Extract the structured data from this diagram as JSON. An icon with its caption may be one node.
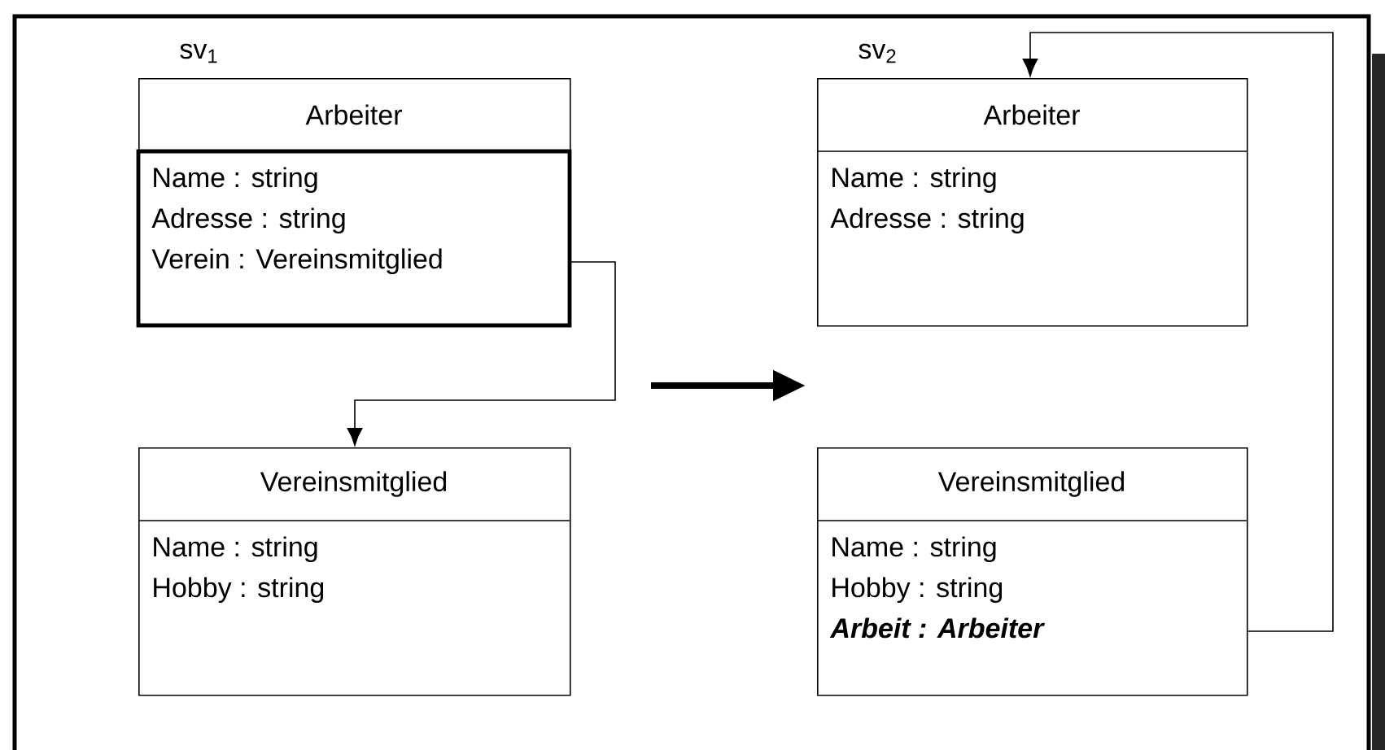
{
  "diagram": {
    "nodes": [
      {
        "text": [
          "Arbeiter",
          "Name : string",
          "Adresse : string",
          "Verein : Vereinsmitglied"
        ],
        "beside": [
          "sv$_{1}$"
        ]
      },
      {
        "text": [
          "Vereinsmitglied",
          "Name : string",
          "Hobby : string"
        ]
      },
      {
        "text": [
          "Arbeiter",
          "Name : string",
          "Adresse : string"
        ],
        "beside": [
          "sv$_{2}$"
        ]
      },
      {
        "text": [
          "Vereinsmitglied",
          "Name : string",
          "Hobby : string",
          "Arbeit : Arbeiter"
        ]
      }
    ],
    "edges": [
      {
        "from": 0,
        "to": 1,
        "arrow": "to"
      },
      {
        "from": 3,
        "to": 2,
        "arrow": "to"
      }
    ]
  }
}
